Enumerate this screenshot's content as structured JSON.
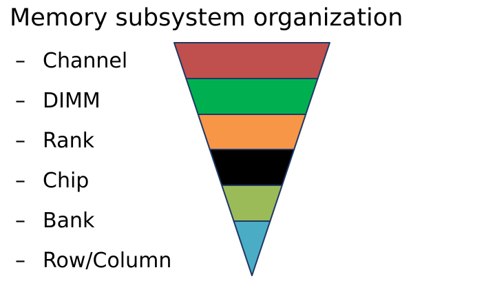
{
  "title": "Memory subsystem organization",
  "bullet_glyph": "–",
  "levels": [
    {
      "label": "Channel",
      "color": "#c0504d"
    },
    {
      "label": "DIMM",
      "color": "#00b050"
    },
    {
      "label": "Rank",
      "color": "#f79646"
    },
    {
      "label": "Chip",
      "color": "#000000"
    },
    {
      "label": "Bank",
      "color": "#9bbb59"
    },
    {
      "label": "Row/Column",
      "color": "#4bacc6"
    }
  ],
  "funnel_stroke": "#1f3864"
}
